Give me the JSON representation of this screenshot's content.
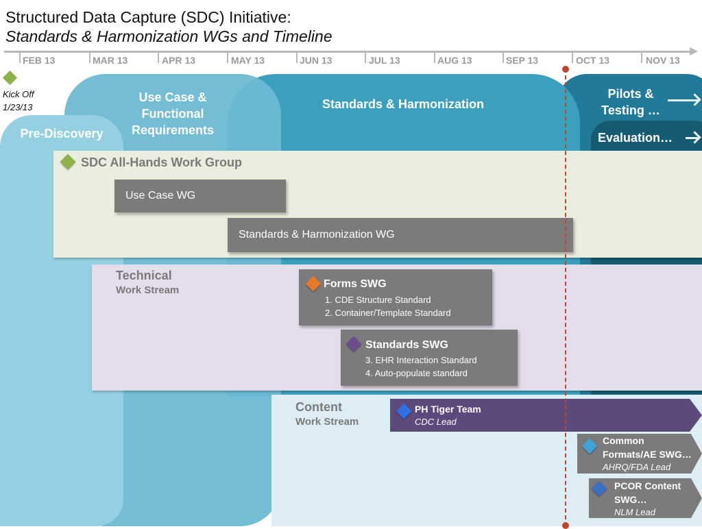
{
  "title": {
    "line1": "Structured Data Capture (SDC) Initiative:",
    "line2": "Standards & Harmonization WGs and Timeline"
  },
  "timeline": {
    "months": [
      "FEB 13",
      "MAR 13",
      "APR 13",
      "MAY 13",
      "JUN 13",
      "JUL 13",
      "AUG 13",
      "SEP 13",
      "OCT 13",
      "NOV 13"
    ]
  },
  "kickoff": {
    "line1": "Kick Off",
    "line2": "1/23/13"
  },
  "phases": {
    "pre_discovery": "Pre-Discovery",
    "use_case_line1": "Use Case &",
    "use_case_line2": "Functional",
    "use_case_line3": "Requirements",
    "standards": "Standards & Harmonization",
    "pilots_line1": "Pilots &",
    "pilots_line2": "Testing …",
    "evaluation": "Evaluation…"
  },
  "allhands": {
    "title": "SDC All-Hands Work Group",
    "use_case_wg": "Use Case WG",
    "sh_wg": "Standards & Harmonization WG"
  },
  "technical": {
    "title": "Technical",
    "subtitle": "Work Stream",
    "forms_swg": {
      "title": "Forms SWG",
      "items": [
        "1.  CDE Structure Standard",
        "2.  Container/Template Standard"
      ]
    },
    "standards_swg": {
      "title": "Standards SWG",
      "items": [
        "3.    EHR Interaction Standard",
        "4.    Auto-populate standard"
      ]
    }
  },
  "content": {
    "title": "Content",
    "subtitle": "Work Stream",
    "ph_tiger": {
      "title": "PH Tiger Team",
      "lead": "CDC Lead"
    },
    "common_formats": {
      "line1": "Common",
      "line2": "Formats/AE SWG…",
      "lead": "AHRQ/FDA Lead"
    },
    "pcor": {
      "line1": "PCOR Content",
      "line2": "SWG…",
      "lead": "NLM Lead"
    }
  },
  "colors": {
    "allhands_diamond": "#8db24a",
    "forms_diamond": "#e8792b",
    "standards_diamond": "#6a4d8a",
    "ph_diamond": "#2f6fe0",
    "common_diamond": "#3fa3d6",
    "pcor_diamond": "#3a6fc2",
    "today_line": "#c0462a",
    "ph_bar": "#5c4a7c"
  }
}
